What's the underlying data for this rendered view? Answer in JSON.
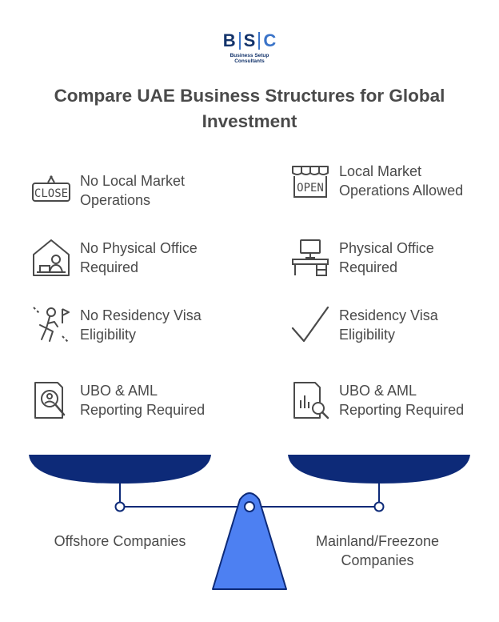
{
  "logo": {
    "letters": [
      "B",
      "S",
      "C"
    ],
    "subtitle": "Business Setup Consultants"
  },
  "title": "Compare UAE Business Structures for Global Investment",
  "left_items": [
    {
      "label": "No Local Market Operations",
      "icon": "close-sign-icon",
      "icon_text": "CLOSE"
    },
    {
      "label": "No Physical Office Required",
      "icon": "home-office-icon"
    },
    {
      "label": "No Residency Visa Eligibility",
      "icon": "person-with-flag-icon"
    },
    {
      "label": "UBO & AML Reporting Required",
      "icon": "user-document-search-icon"
    }
  ],
  "right_items": [
    {
      "label": "Local Market Operations Allowed",
      "icon": "open-store-icon",
      "icon_text": "OPEN"
    },
    {
      "label": "Physical Office Required",
      "icon": "desk-computer-icon"
    },
    {
      "label": "Residency Visa Eligibility",
      "icon": "checkmark-icon"
    },
    {
      "label": "UBO & AML Reporting Required",
      "icon": "chart-document-search-icon"
    }
  ],
  "scale": {
    "left_label": "Offshore Companies",
    "right_label": "Mainland/Freezone Companies",
    "pan_color": "#0d2a78",
    "fulcrum_color": "#4d80f2",
    "line_color": "#0d2a78"
  }
}
